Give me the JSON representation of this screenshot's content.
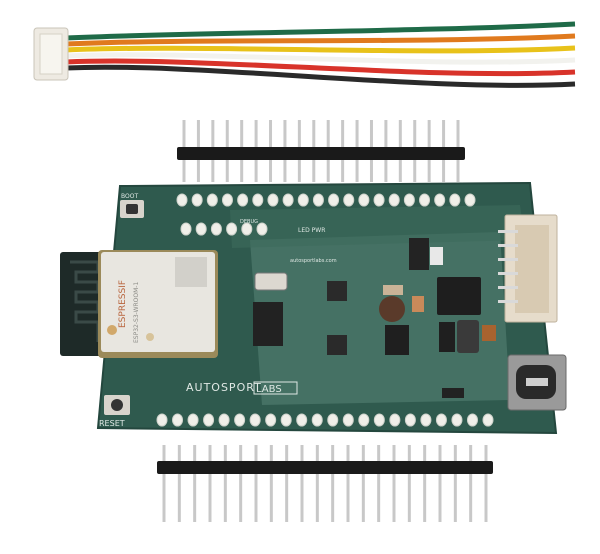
{
  "board": {
    "brand_logo": "AUTOSPORT",
    "brand_logo_box": "LABS",
    "website": "autosportlabs.com",
    "label_boot": "BOOT",
    "label_reset": "RESET",
    "label_debug": "DEBUG",
    "label_led_pwr": "LED PWR",
    "module_brand": "ESPRESSIF",
    "module_model": "ESP32-S3-WROOM-1"
  },
  "colors": {
    "pcb": "#2f5a4e",
    "pcb_light": "#4f7a6d",
    "module_shield": "#e8e6e0",
    "antenna": "#1e2a28",
    "header_plastic": "#1a1a1a",
    "pin_metal": "#c8c8c8",
    "cable_wires": [
      "#1f6b48",
      "#e07a1e",
      "#e8c21a",
      "#f2f2ee",
      "#d8332a",
      "#2a2a2a"
    ]
  },
  "headers": {
    "top_pin_count": 20,
    "bottom_pin_count": 22
  }
}
